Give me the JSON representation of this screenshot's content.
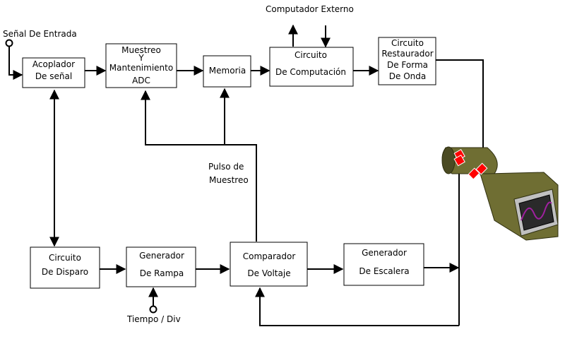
{
  "colors": {
    "tube": "#6f6e33",
    "tube_dark": "#4a4a22",
    "screen_face": "#c0c0c0",
    "waveform": "#a020a0",
    "deflector": "#ff0000"
  },
  "labels": {
    "input": "Señal De Entrada",
    "external": "Computador Externo",
    "pulse_line1": "Pulso de",
    "pulse_line2": "Muestreo",
    "time_div": "Tiempo / Div"
  },
  "blocks": {
    "acoplador": [
      "Acoplador",
      "De señal"
    ],
    "muestreo": [
      "Muestreo",
      "Y",
      "Mantenimiento",
      "ADC"
    ],
    "memoria": [
      "Memoria"
    ],
    "computacion": [
      "Circuito",
      "De Computación"
    ],
    "restaurador": [
      "Circuito",
      "Restaurador",
      "De Forma",
      "De Onda"
    ],
    "disparo": [
      "Circuito",
      "De Disparo"
    ],
    "rampa": [
      "Generador",
      "De Rampa"
    ],
    "comparador": [
      "Comparador",
      "De Voltaje"
    ],
    "escalera": [
      "Generador",
      "De Escalera"
    ]
  }
}
